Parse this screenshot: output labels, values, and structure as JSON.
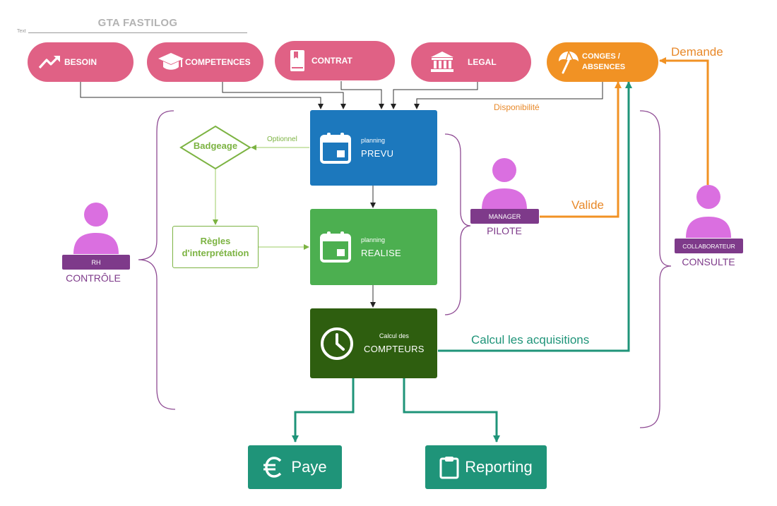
{
  "title": "GTA FASTILOG",
  "text_tag": "Text",
  "inputs": [
    {
      "label": "BESOIN",
      "icon": "trend-up-icon"
    },
    {
      "label": "COMPETENCES",
      "icon": "graduation-cap-icon"
    },
    {
      "label": "CONTRAT",
      "icon": "book-icon"
    },
    {
      "label": "LEGAL",
      "icon": "bank-icon"
    },
    {
      "label_line1": "CONGES /",
      "label_line2": "ABSENCES",
      "icon": "beach-umbrella-icon"
    }
  ],
  "process": {
    "prevu": {
      "small": "planning",
      "big": "PREVU",
      "icon": "calendar-icon"
    },
    "realise": {
      "small": "planning",
      "big": "REALISE",
      "icon": "calendar-icon"
    },
    "compteurs": {
      "small": "Calcul des",
      "big": "COMPTEURS",
      "icon": "clock-icon"
    }
  },
  "badgeage": "Badgeage",
  "regles_line1": "Règles",
  "regles_line2": "d'interprétation",
  "labels": {
    "optionnel": "Optionnel",
    "disponibilite": "Disponibilité",
    "demande": "Demande",
    "valide": "Valide",
    "calcul_acquisitions": "Calcul les acquisitions"
  },
  "persons": {
    "rh": {
      "badge": "RH",
      "label": "CONTRÔLE"
    },
    "manager": {
      "badge": "MANAGER",
      "label": "PILOTE"
    },
    "collaborateur": {
      "badge": "COLLABORATEUR",
      "label": "CONSULTE"
    }
  },
  "outputs": {
    "paye": {
      "label": "Paye",
      "icon": "euro-icon"
    },
    "reporting": {
      "label": "Reporting",
      "icon": "clipboard-icon"
    }
  },
  "colors": {
    "pink": "#e06185",
    "orange": "#f19224",
    "blue": "#1c78bd",
    "green": "#4caf50",
    "dark_green": "#2e5e0f",
    "teal": "#1f9479",
    "purple": "#7e3a8a",
    "person": "#da6fe0"
  }
}
